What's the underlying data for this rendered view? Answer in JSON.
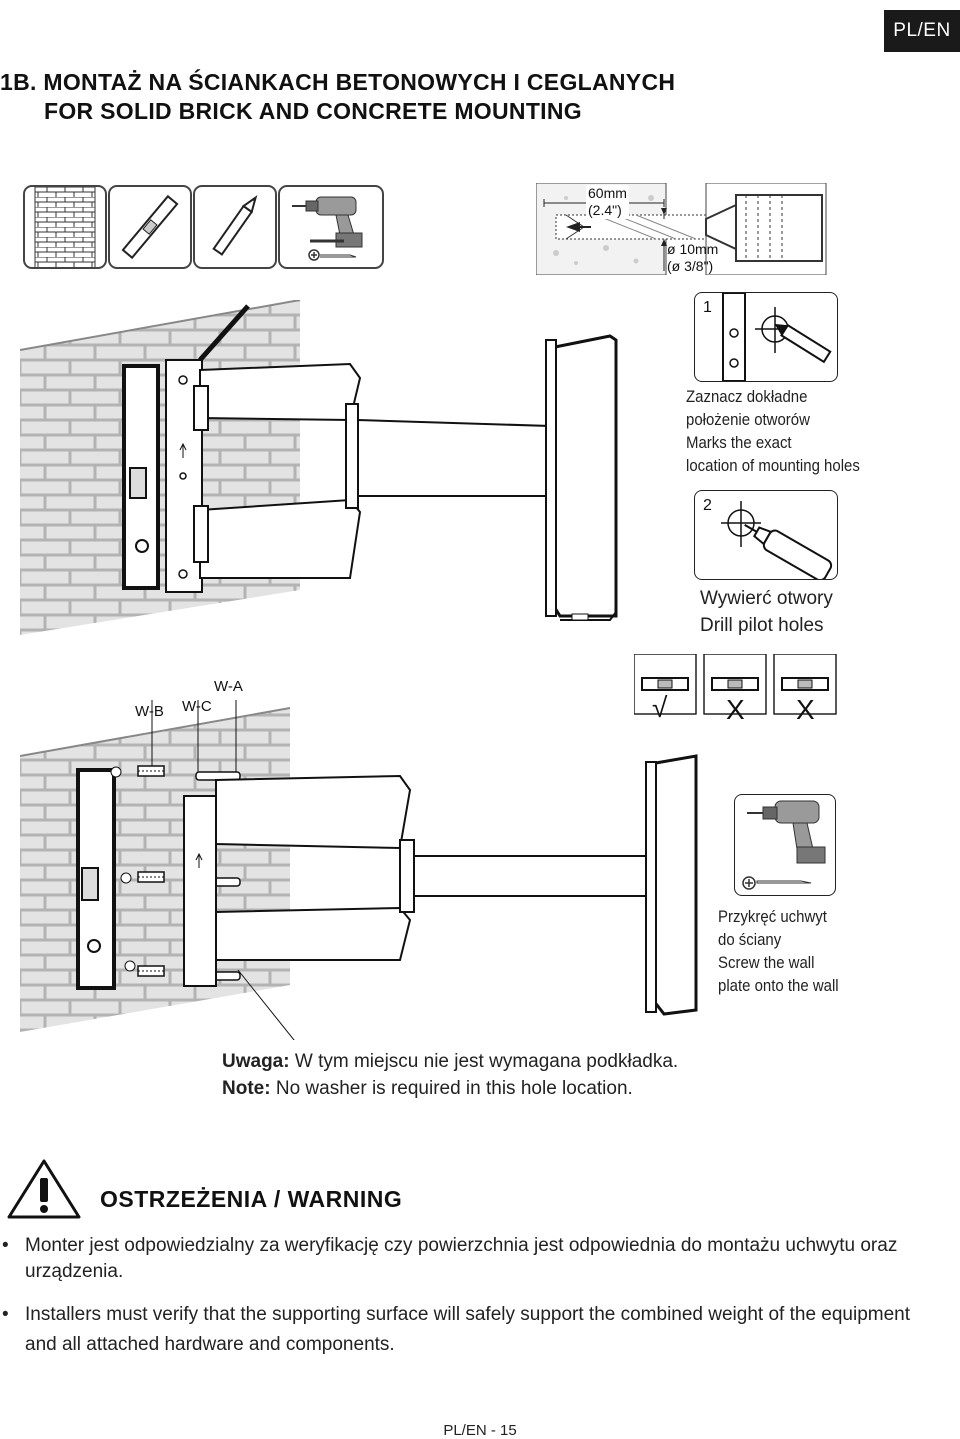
{
  "header": {
    "lang_badge": "PL/EN",
    "title_pl": "1B. MONTAŻ NA ŚCIANKACH BETONOWYCH I CEGLANYCH",
    "title_en": "FOR SOLID BRICK AND CONCRETE MOUNTING"
  },
  "tools": {
    "names": [
      "brick-wall-icon",
      "spirit-level-icon",
      "pencil-icon",
      "drill-icon"
    ],
    "drill_depth": "60mm",
    "drill_depth_in": "(2.4\")",
    "bit_size": "ø 10mm",
    "bit_size_in": "(ø 3/8\")"
  },
  "steps": [
    {
      "number": "1",
      "pl_line1": "Zaznacz dokładne",
      "pl_line2": "położenie otworów",
      "en_line1": "Marks the exact",
      "en_line2": "location of mounting holes"
    },
    {
      "number": "2",
      "pl": "Wywierć otwory",
      "en": "Drill pilot holes"
    }
  ],
  "anchors": {
    "wa": "W-A",
    "wb": "W-B",
    "wc": "W-C"
  },
  "level_check": [
    "√",
    "X",
    "X"
  ],
  "screw_step": {
    "pl_line1": "Przykręć uchwyt",
    "pl_line2": "do ściany",
    "en_line1": "Screw the wall",
    "en_line2": "plate onto the wall"
  },
  "note": {
    "pl_label": "Uwaga:",
    "pl_text": "W tym miejscu nie jest wymagana podkładka.",
    "en_label": "Note:",
    "en_text": "No washer is required in this hole location."
  },
  "warning": {
    "title": "OSTRZEŻENIA / WARNING",
    "bullet_char": "•",
    "items": [
      "Monter jest odpowiedzialny za weryfikację czy powierzchnia jest odpowiednia do montażu uchwytu oraz urządzenia.",
      "Installers must verify that the supporting surface will safely support the combined weight of the equipment and all attached hardware and components."
    ]
  },
  "footer": {
    "page_label": "PL/EN - 15"
  }
}
